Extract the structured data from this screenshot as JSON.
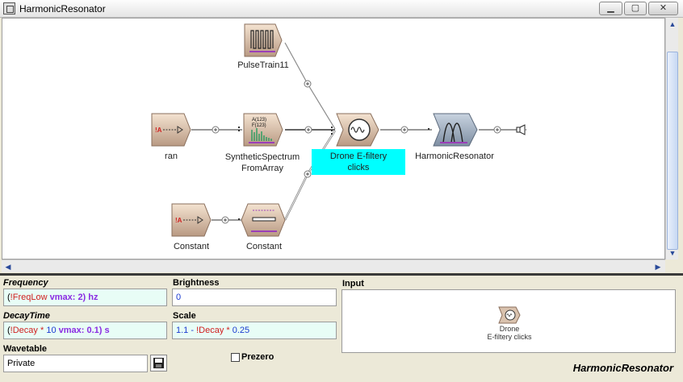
{
  "window": {
    "title": "HarmonicResonator"
  },
  "graph": {
    "nodes": {
      "pulse_train": "PulseTrain11",
      "ran": "ran",
      "synthetic_spectrum": [
        "SyntheticSpectrum",
        "FromArray"
      ],
      "drone": [
        "Drone E-filtery",
        "clicks"
      ],
      "harmonic_resonator": "HarmonicResonator",
      "constant_a": "Constant",
      "constant_b": "Constant"
    },
    "spectrum_icon_text": [
      "A(123)",
      "F(123)"
    ],
    "variable_icon_text": "!A"
  },
  "inspector": {
    "frequency": {
      "label": "Frequency",
      "parts": [
        "(",
        "!FreqLow",
        " vmax: 2)",
        " hz"
      ]
    },
    "brightness": {
      "label": "Brightness",
      "value": "0"
    },
    "decay_time": {
      "label": "DecayTime",
      "parts": [
        "(",
        "!Decay",
        " * ",
        "10",
        " vmax: 0.1)",
        " s"
      ]
    },
    "scale": {
      "label": "Scale",
      "parts": [
        "1.1 - ",
        "!Decay",
        " * ",
        "0.25"
      ]
    },
    "input": {
      "label": "Input",
      "node_label": [
        "Drone",
        "E-filtery clicks"
      ]
    },
    "wavetable": {
      "label": "Wavetable",
      "value": "Private"
    },
    "prezero": {
      "label": "Prezero",
      "checked": false
    },
    "panel_title": "HarmonicResonator"
  },
  "colors": {
    "selection": "#00ffff",
    "expression_bg": "#e8fdf6",
    "variable_red": "#d02020",
    "keyword_purple": "#8a2be2",
    "number_blue": "#1a3bd0"
  }
}
